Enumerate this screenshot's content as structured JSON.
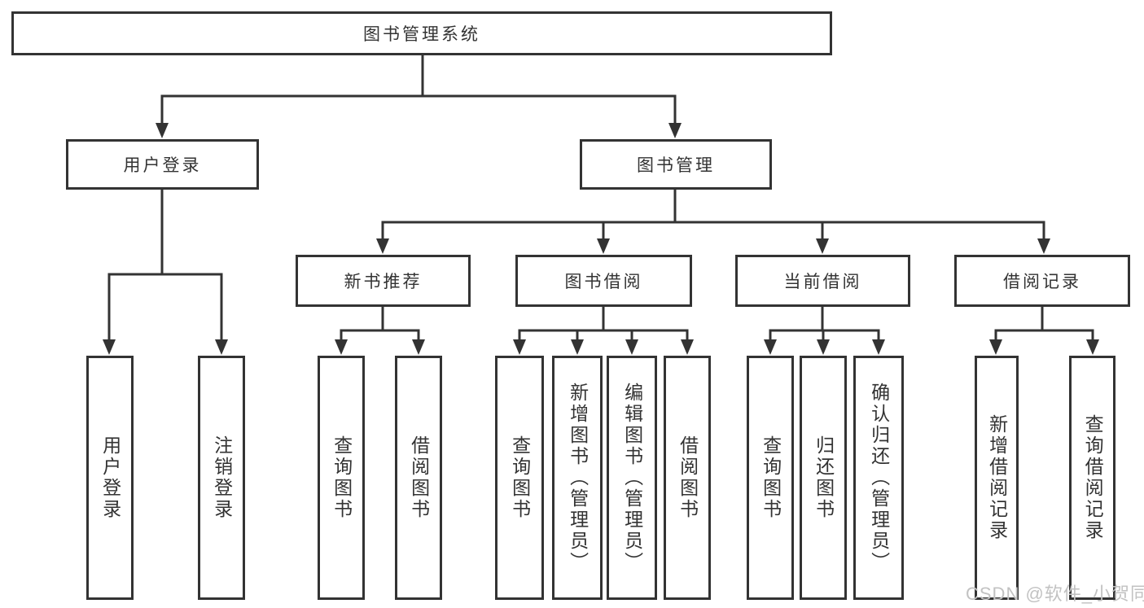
{
  "colors": {
    "line": "#333333",
    "node_border": "#333333",
    "node_text": "#333333",
    "watermark": "#c2c2c2",
    "background": "#ffffff"
  },
  "watermark": {
    "text": "CSDN @软件_小贺同学"
  },
  "tree": {
    "label": "图书管理系统",
    "children": [
      {
        "label": "用户登录",
        "children": [
          {
            "label": "用户登录"
          },
          {
            "label": "注销登录"
          }
        ]
      },
      {
        "label": "图书管理",
        "children": [
          {
            "label": "新书推荐",
            "children": [
              {
                "label": "查询图书"
              },
              {
                "label": "借阅图书"
              }
            ]
          },
          {
            "label": "图书借阅",
            "children": [
              {
                "label": "查询图书"
              },
              {
                "label": "新增图书（管理员）"
              },
              {
                "label": "编辑图书（管理员）"
              },
              {
                "label": "借阅图书"
              }
            ]
          },
          {
            "label": "当前借阅",
            "children": [
              {
                "label": "查询图书"
              },
              {
                "label": "归还图书"
              },
              {
                "label": "确认归还（管理员）"
              }
            ]
          },
          {
            "label": "借阅记录",
            "children": [
              {
                "label": "新增借阅记录"
              },
              {
                "label": "查询借阅记录"
              }
            ]
          }
        ]
      }
    ]
  }
}
